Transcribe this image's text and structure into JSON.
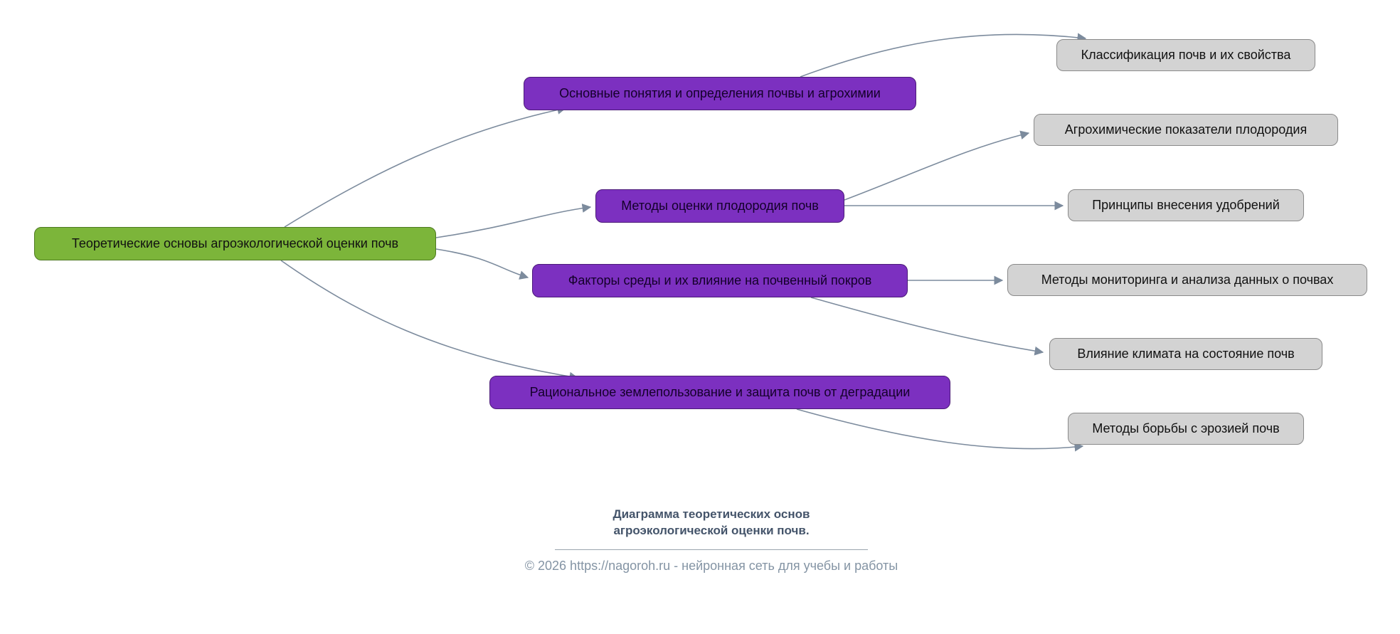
{
  "diagram": {
    "root": {
      "label": "Теоретические основы агроэкологической оценки почв"
    },
    "topics": [
      {
        "label": "Основные понятия и определения почвы и агрохимии"
      },
      {
        "label": "Методы оценки плодородия почв"
      },
      {
        "label": "Факторы среды и их влияние на почвенный покров"
      },
      {
        "label": "Рациональное землепользование и защита почв от деградации"
      }
    ],
    "leaves": [
      {
        "label": "Классификация почв и их свойства"
      },
      {
        "label": "Агрохимические показатели плодородия"
      },
      {
        "label": "Принципы внесения удобрений"
      },
      {
        "label": "Методы мониторинга и анализа данных о почвах"
      },
      {
        "label": "Влияние климата на состояние почв"
      },
      {
        "label": "Методы борьбы с эрозией почв"
      }
    ],
    "edges": [
      {
        "from": "root",
        "to": "topic-0"
      },
      {
        "from": "root",
        "to": "topic-1"
      },
      {
        "from": "root",
        "to": "topic-2"
      },
      {
        "from": "root",
        "to": "topic-3"
      },
      {
        "from": "topic-0",
        "to": "leaf-0"
      },
      {
        "from": "topic-1",
        "to": "leaf-1"
      },
      {
        "from": "topic-1",
        "to": "leaf-2"
      },
      {
        "from": "topic-2",
        "to": "leaf-3"
      },
      {
        "from": "topic-2",
        "to": "leaf-4"
      },
      {
        "from": "topic-3",
        "to": "leaf-5"
      }
    ],
    "colors": {
      "root_fill": "#7cb53a",
      "root_border": "#4e7a22",
      "topic_fill": "#7c30c0",
      "topic_border": "#4b1a78",
      "leaf_fill": "#d3d3d3",
      "leaf_border": "#8a8a8a",
      "edge": "#7c8b9d",
      "caption_text": "#44546a",
      "footer_text": "#8494a4"
    }
  },
  "caption": {
    "title_line1": "Диаграмма теоретических основ",
    "title_line2": "агроэкологической оценки почв.",
    "footer": "© 2026 https://nagoroh.ru - нейронная сеть для учебы и работы"
  }
}
